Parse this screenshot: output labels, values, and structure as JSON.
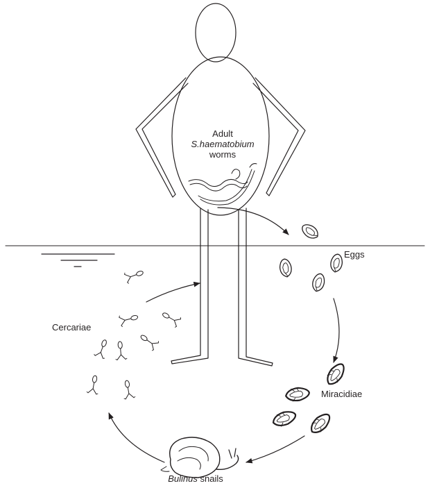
{
  "labels": {
    "adult_line1": "Adult",
    "adult_line2": "S.haematobium",
    "adult_line3": "worms",
    "eggs": "Eggs",
    "miracidiae": "Miracidiae",
    "cercariae": "Cercariae",
    "snails_genus": "Bulinus",
    "snails_word": "snails"
  },
  "colors": {
    "ink": "#231f20",
    "background": "#ffffff"
  }
}
